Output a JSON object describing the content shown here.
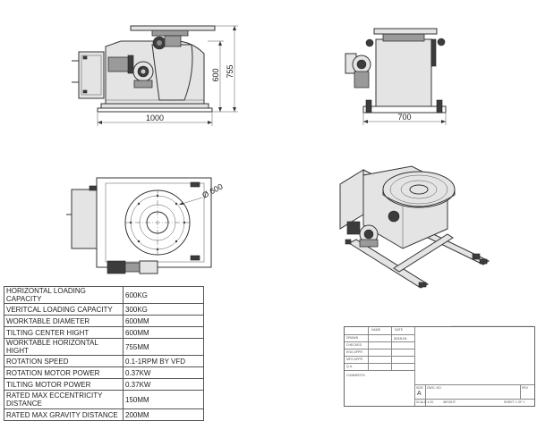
{
  "dimensions": {
    "front_width": "1000",
    "front_center_height": "600",
    "front_total_height": "755",
    "side_width": "700",
    "top_diameter": "Ø 600"
  },
  "spec_table": [
    {
      "label": "HORIZONTAL LOADING CAPACITY",
      "value": "600KG"
    },
    {
      "label": "VERITCAL LOADING CAPACITY",
      "value": "300KG"
    },
    {
      "label": "WORKTABLE DIAMETER",
      "value": "600MM"
    },
    {
      "label": "TILTING CENTER HIGHT",
      "value": "600MM"
    },
    {
      "label": "WORKTABLE HORIZONTAL HIGHT",
      "value": "755MM"
    },
    {
      "label": "ROTATION SPEED",
      "value": "0.1-1RPM BY VFD"
    },
    {
      "label": "ROTATION MOTOR POWER",
      "value": "0.37KW"
    },
    {
      "label": "TILTING MOTOR POWER",
      "value": "0.37KW"
    },
    {
      "label": "RATED MAX ECCENTRICITY DISTANCE",
      "value": "150MM"
    },
    {
      "label": "RATED MAX GRAVITY DISTANCE",
      "value": "200MM"
    }
  ],
  "title_block": {
    "name_header": "NAME",
    "date_header": "DATE",
    "rows": [
      "DRAWN",
      "CHECKED",
      "ENG APPR.",
      "MFG APPR.",
      "Q.A."
    ],
    "drawn_date": "2019-01",
    "comments": "COMMENTS:",
    "size_label": "SIZE",
    "size_value": "A",
    "dwg_no": "DWG. NO.",
    "rev": "REV",
    "scale": "SCALE:1:20",
    "weight": "WEIGHT:",
    "sheet": "SHEET 1 OF 1"
  }
}
